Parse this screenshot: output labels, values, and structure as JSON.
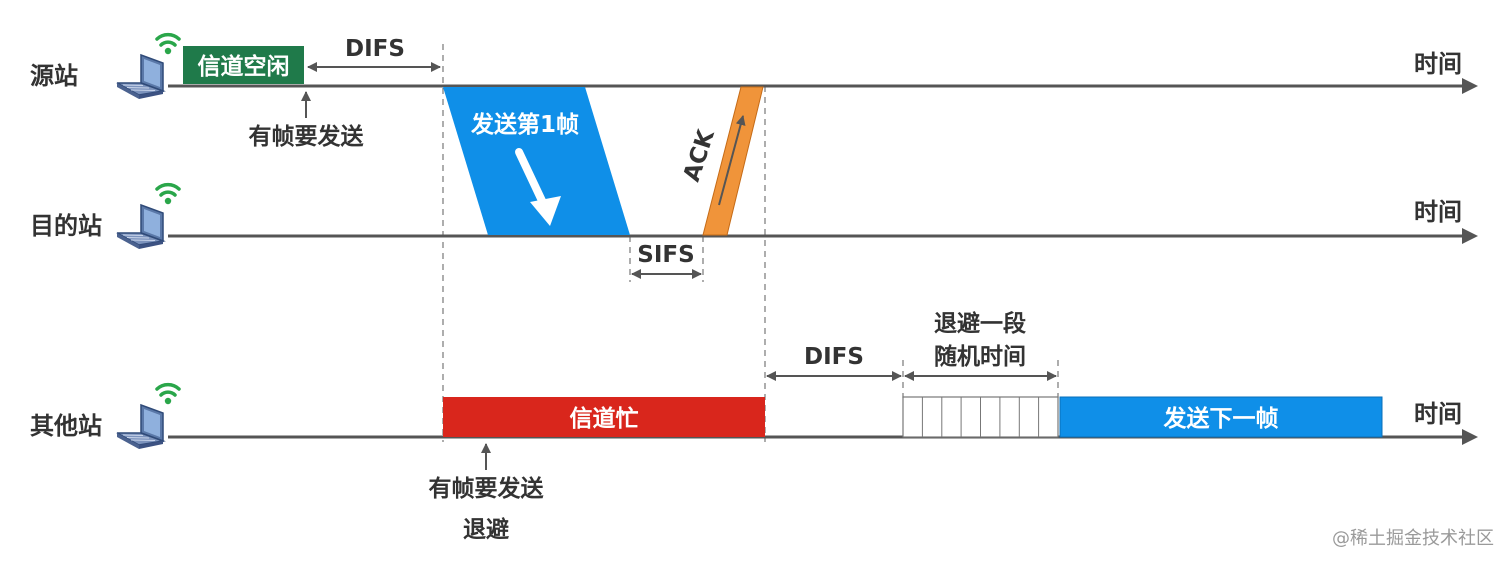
{
  "stations": {
    "source": "源站",
    "dest": "目的站",
    "other": "其他站"
  },
  "time_label": "时间",
  "labels": {
    "channel_idle": "信道空闲",
    "difs_top": "DIFS",
    "has_frame_top": "有帧要发送",
    "send_first_frame": "发送第1帧",
    "ack": "ACK",
    "sifs": "SIFS",
    "channel_busy": "信道忙",
    "has_frame_bottom": "有帧要发送",
    "backoff": "退避",
    "difs_bottom": "DIFS",
    "random_backoff_line1": "退避一段",
    "random_backoff_line2": "随机时间",
    "send_next_frame": "发送下一帧"
  },
  "watermark": "@稀土掘金技术社区",
  "colors": {
    "idle_green": "#1f7a4a",
    "frame_blue": "#0f8fe8",
    "ack_orange": "#f0943a",
    "busy_red": "#d9261c",
    "line_gray": "#555555",
    "wifi_green": "#2aa64a",
    "laptop_blue": "#5a78a8"
  },
  "icons": [
    "laptop-wifi-icon"
  ]
}
